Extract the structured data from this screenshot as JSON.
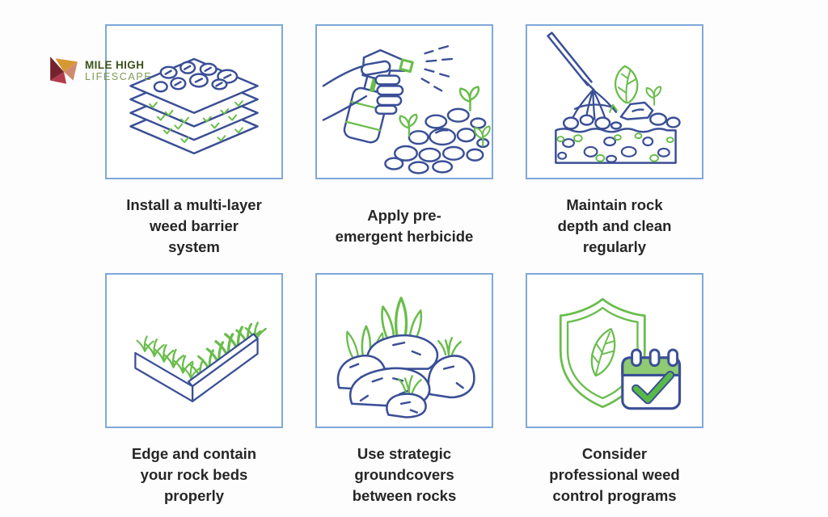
{
  "logo": {
    "line1": "MILE HIGH",
    "line2": "LIFESCAPE"
  },
  "colors": {
    "box_border": "#7fa8d9",
    "line_blue": "#3a4f96",
    "line_green": "#69bd4b",
    "calendar_fill": "#8ecb72",
    "check_green": "#57b947",
    "text": "#262626",
    "logo_dark": "#3b521d",
    "logo_light": "#7d9b52",
    "logo_maroon": "#75222f",
    "logo_gold": "#d79831",
    "logo_red": "#b23a4d",
    "logo_salmon": "#cf8a70"
  },
  "cards": [
    {
      "icon": "weed-barrier-layers-icon",
      "title": "Install a multi-layer\nweed barrier\nsystem"
    },
    {
      "icon": "spray-herbicide-icon",
      "title": "Apply pre-\nemergent herbicide"
    },
    {
      "icon": "rake-rock-depth-icon",
      "title": "Maintain rock\ndepth and clean\nregularly"
    },
    {
      "icon": "edging-icon",
      "title": "Edge and contain\nyour rock beds\nproperly"
    },
    {
      "icon": "groundcover-rocks-icon",
      "title": "Use strategic\ngroundcovers\nbetween rocks"
    },
    {
      "icon": "shield-calendar-icon",
      "title": "Consider\nprofessional weed\ncontrol programs"
    }
  ]
}
